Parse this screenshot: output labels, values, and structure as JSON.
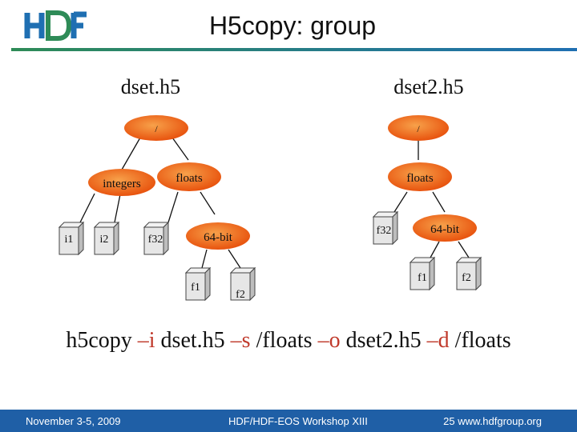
{
  "slide": {
    "title": "H5copy: group",
    "logo_text": "HDF"
  },
  "diagram": {
    "source_file": "dset.h5",
    "dest_file": "dset2.h5",
    "source_tree": {
      "root": "/",
      "groups": [
        "integers",
        "floats",
        "64-bit"
      ],
      "datasets": [
        "i1",
        "i2",
        "f32",
        "f1",
        "f2"
      ]
    },
    "dest_tree": {
      "root": "/",
      "groups": [
        "floats",
        "64-bit"
      ],
      "datasets": [
        "f32",
        "f1",
        "f2"
      ]
    }
  },
  "command": {
    "parts": [
      "h5copy",
      "–i",
      "dset.h5",
      "–s",
      "/floats",
      "–o",
      "dset2.h5",
      "–d",
      "/floats"
    ]
  },
  "footer": {
    "date": "November 3-5, 2009",
    "workshop": "HDF/HDF-EOS Workshop XIII",
    "page": "25 www.hdfgroup.org"
  },
  "colors": {
    "ellipse_fill": "#e8530e",
    "cube_fill": "#e6e6e6",
    "footer_bg": "#1f5fa6",
    "flag_red": "#c0392b"
  }
}
